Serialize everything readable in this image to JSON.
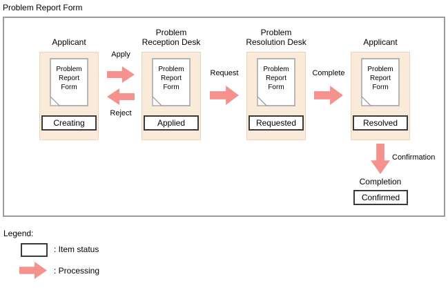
{
  "title": "Problem Report Form",
  "stages": [
    {
      "label": [
        "Applicant"
      ],
      "doc_lines": [
        "Problem",
        "Report",
        "Form"
      ],
      "status": "Creating"
    },
    {
      "label": [
        "Problem",
        "Reception Desk"
      ],
      "doc_lines": [
        "Problem",
        "Report",
        "Form"
      ],
      "status": "Applied"
    },
    {
      "label": [
        "Problem",
        "Resolution Desk"
      ],
      "doc_lines": [
        "Problem",
        "Report",
        "Form"
      ],
      "status": "Requested"
    },
    {
      "label": [
        "Applicant"
      ],
      "doc_lines": [
        "Problem",
        "Report",
        "Form"
      ],
      "status": "Resolved"
    }
  ],
  "arrows": {
    "apply": "Apply",
    "reject": "Reject",
    "request": "Request",
    "complete": "Complete",
    "confirmation": "Confirmation"
  },
  "completion": {
    "label": "Completion",
    "status": "Confirmed"
  },
  "legend": {
    "title": "Legend:",
    "item_status_label": ": Item status",
    "processing_label": ": Processing"
  },
  "colors": {
    "arrow": "#f7918e",
    "stage_fill": "#faead9",
    "stage_border": "#ecd5bd",
    "outer_border": "#9a9a9a",
    "doc_border": "#9c9c9c",
    "status_border": "#3a3a3a"
  }
}
